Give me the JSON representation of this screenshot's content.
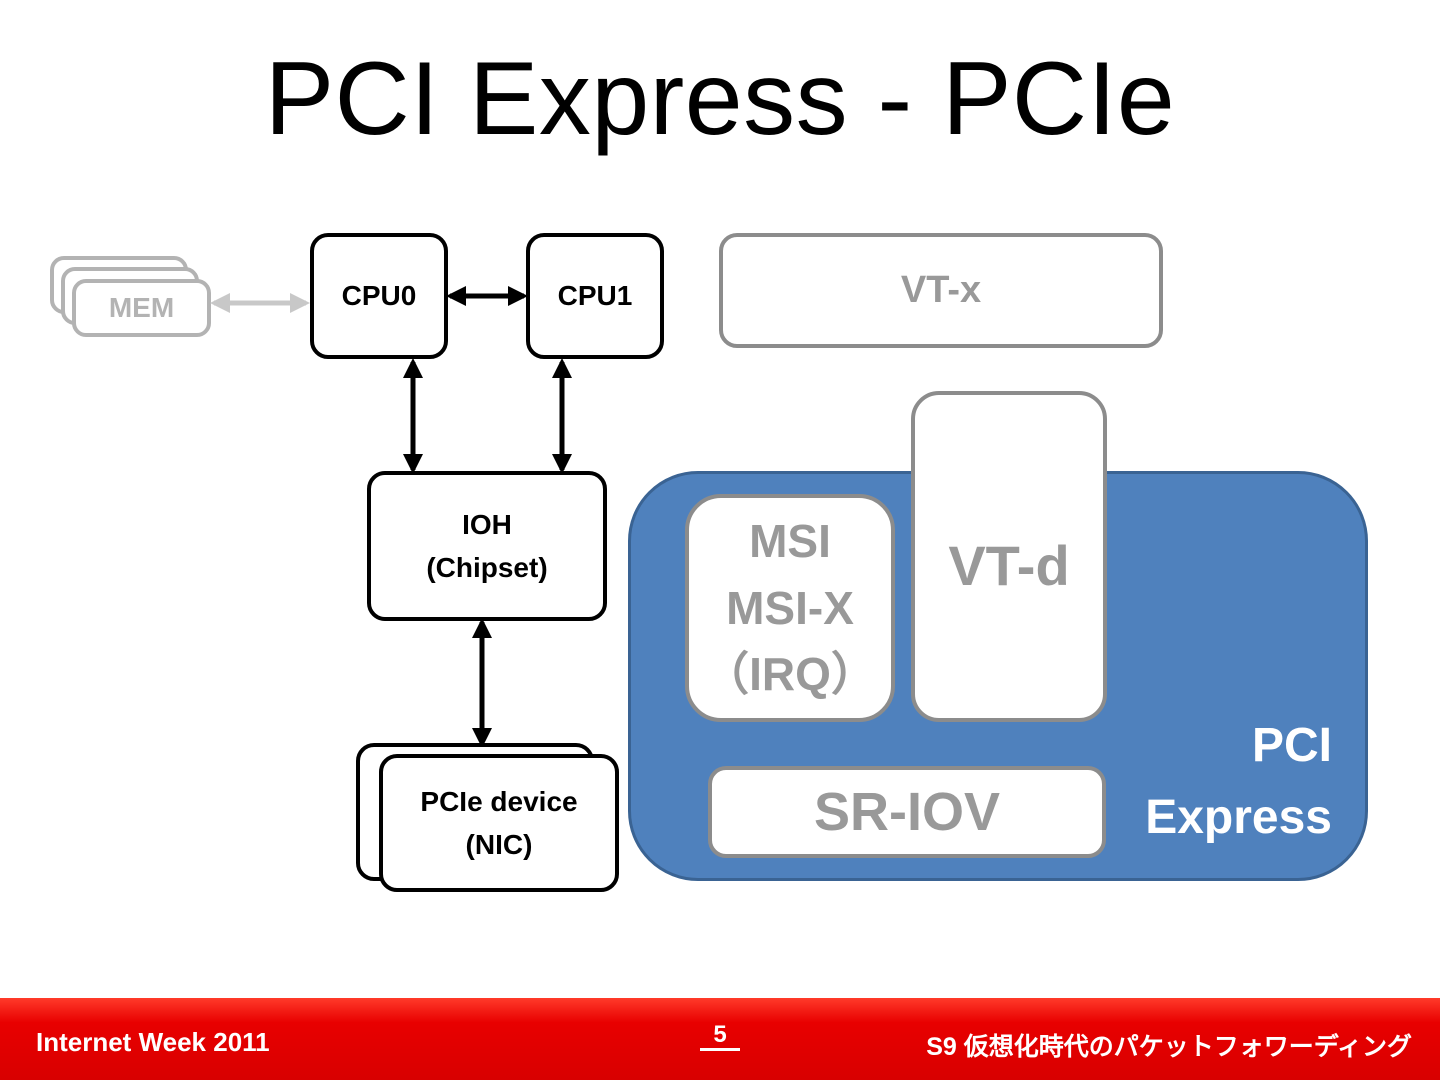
{
  "slide": {
    "title": "PCI Express - PCIe",
    "page_number": "5"
  },
  "diagram": {
    "mem_label": "MEM",
    "cpu0_label": "CPU0",
    "cpu1_label": "CPU1",
    "ioh_label": "IOH\n(Chipset)",
    "pcie_device_label": "PCIe device\n(NIC)",
    "vtx_label": "VT-x",
    "vtd_label": "VT-d",
    "msi_label": "MSI\nMSI-X\n（IRQ）",
    "sriov_label": "SR-IOV",
    "pci_express_label": "PCI\nExpress"
  },
  "footer": {
    "left_text": "Internet Week 2011",
    "right_text": "S9 仮想化時代のパケットフォワーディング"
  },
  "colors": {
    "pci_express_fill": "#4f81bd",
    "footer_red": "#e80000",
    "faded_gray": "#b3b3b3"
  }
}
